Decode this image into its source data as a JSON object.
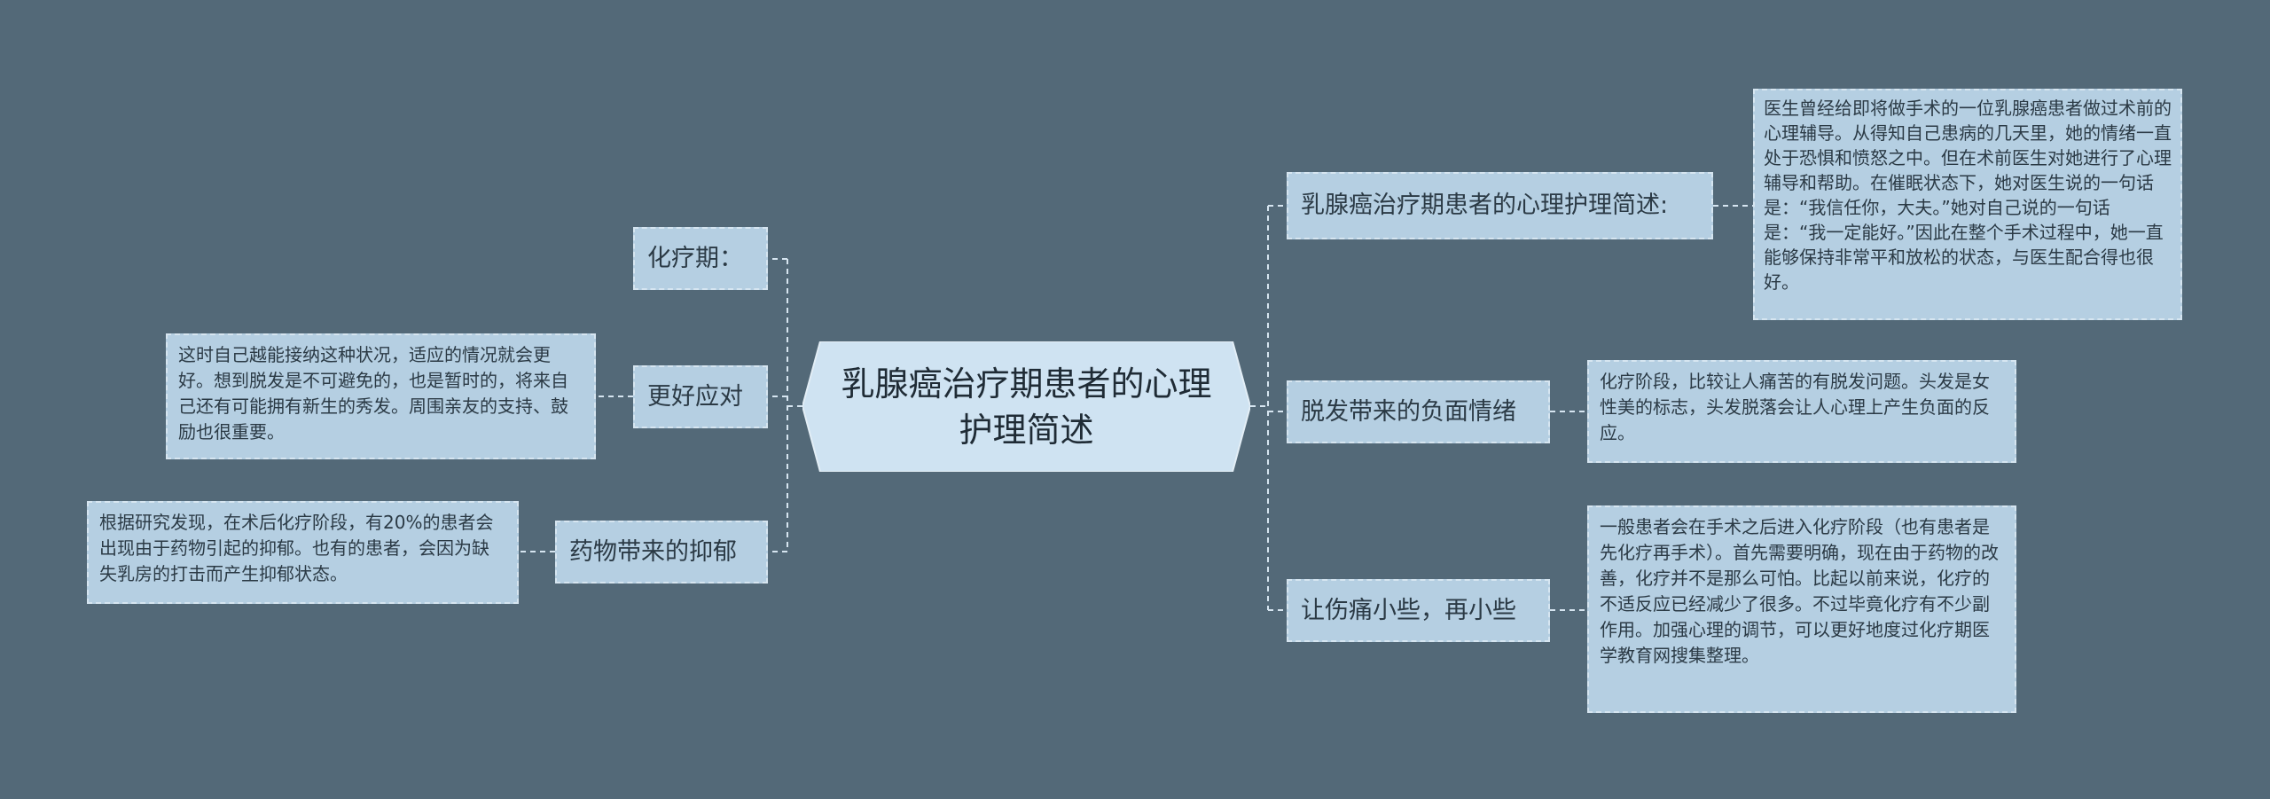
{
  "root": {
    "title": "乳腺癌治疗期患者的心理护理简述"
  },
  "left": {
    "chemo_period": {
      "label": "化疗期："
    },
    "better_coping": {
      "label": "更好应对",
      "detail": "这时自己越能接纳这种状况，适应的情况就会更好。想到脱发是不可避免的，也是暂时的，将来自己还有可能拥有新生的秀发。周围亲友的支持、鼓励也很重要。"
    },
    "drug_depression": {
      "label": "药物带来的抑郁",
      "detail": "根据研究发现，在术后化疗阶段，有20%的患者会出现由于药物引起的抑郁。也有的患者，会因为缺失乳房的打击而产生抑郁状态。"
    }
  },
  "right": {
    "overview": {
      "label": "乳腺癌治疗期患者的心理护理简述:",
      "detail": "医生曾经给即将做手术的一位乳腺癌患者做过术前的心理辅导。从得知自己患病的几天里，她的情绪一直处于恐惧和愤怒之中。但在术前医生对她进行了心理辅导和帮助。在催眠状态下，她对医生说的一句话是：“我信任你，大夫。”她对自己说的一句话是：“我一定能好。”因此在整个手术过程中，她一直能够保持非常平和放松的状态，与医生配合得也很好。"
    },
    "hair_loss": {
      "label": "脱发带来的负面情绪",
      "detail": "化疗阶段，比较让人痛苦的有脱发问题。头发是女性美的标志，头发脱落会让人心理上产生负面的反应。"
    },
    "less_pain": {
      "label": "让伤痛小些，再小些",
      "detail": "一般患者会在手术之后进入化疗阶段（也有患者是先化疗再手术）。首先需要明确，现在由于药物的改善，化疗并不是那么可怕。比起以前来说，化疗的不适反应已经减少了很多。不过毕竟化疗有不少副作用。加强心理的调节，可以更好地度过化疗期医学教育网搜集整理。"
    }
  }
}
